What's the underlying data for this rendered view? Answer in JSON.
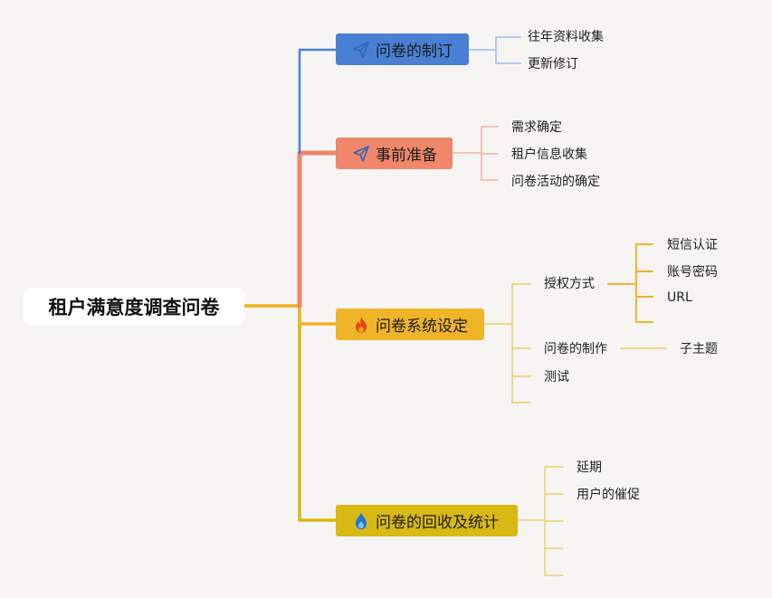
{
  "root": {
    "label": "租户满意度调查问卷"
  },
  "branches": [
    {
      "label": "问卷的制订",
      "icon": "paper-plane-icon",
      "color": "#4a80d4",
      "children": [
        "往年资料收集",
        "更新修订"
      ]
    },
    {
      "label": "事前准备",
      "icon": "paper-plane-icon",
      "color": "#f0866a",
      "children": [
        "需求确定",
        "租户信息收集",
        "问卷活动的确定"
      ]
    },
    {
      "label": "问卷系统设定",
      "icon": "fire-icon",
      "color": "#f0b429",
      "children": [
        {
          "label": "授权方式",
          "children": [
            "短信认证",
            "账号密码",
            "URL",
            ""
          ]
        },
        {
          "label": "问卷的制作",
          "children": [
            "子主题"
          ]
        },
        {
          "label": "测试"
        },
        {
          "label": ""
        }
      ]
    },
    {
      "label": "问卷的回收及统计",
      "icon": "water-drop-icon",
      "color": "#d9b913",
      "children": [
        "延期",
        "用户的催促",
        "",
        "",
        ""
      ]
    }
  ]
}
